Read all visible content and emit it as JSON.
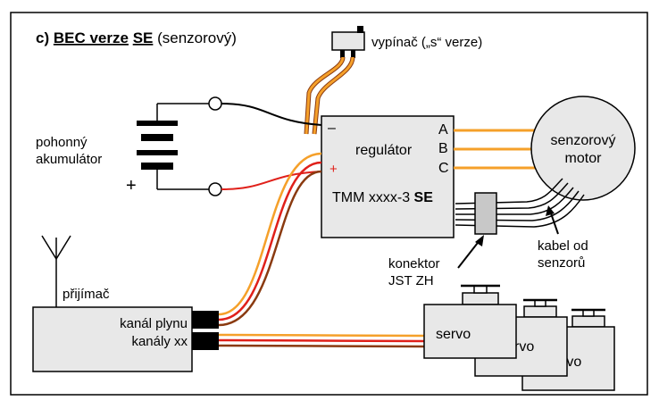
{
  "title": {
    "prefix": "c) ",
    "bec": "BEC verze",
    "se": "SE",
    "suffix": " (senzorový)"
  },
  "switch": {
    "label": "vypínač („s“ verze)"
  },
  "battery": {
    "label_line1": "pohonný",
    "label_line2": "akumulátor",
    "plus": "+"
  },
  "regulator": {
    "label": "regulátor",
    "minus": "–",
    "plus": "+",
    "model": "TMM xxxx-3 ",
    "model_bold": "SE",
    "phases": [
      "A",
      "B",
      "C"
    ]
  },
  "motor": {
    "label_line1": "senzorový",
    "label_line2": "motor"
  },
  "connector": {
    "label_line1": "konektor",
    "label_line2": "JST ZH"
  },
  "sensor_cable": {
    "label_line1": "kabel od",
    "label_line2": "senzorů"
  },
  "receiver": {
    "label": "přijímač",
    "channel1": "kanál plynu",
    "channel2": "kanály xx"
  },
  "servos": [
    {
      "label": "servo"
    },
    {
      "label": "rvo"
    },
    {
      "label": "rvo"
    }
  ],
  "colors": {
    "orange": "#f5a02a",
    "red": "#e0201a",
    "brown": "#8a3a10",
    "box_fill": "#e8e8e8",
    "battery_plus_wire": "#e0201a",
    "battery_minus_wire": "#000000"
  }
}
